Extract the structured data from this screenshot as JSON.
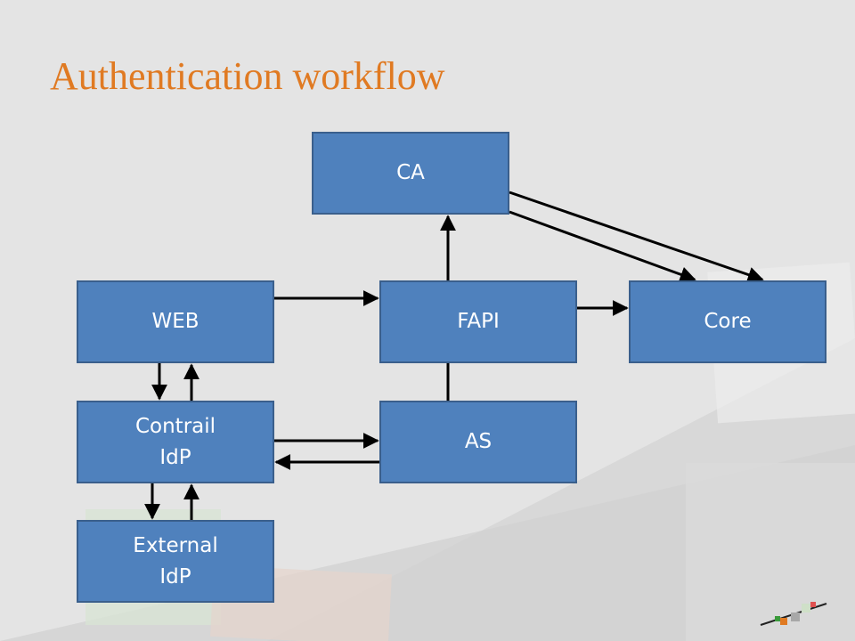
{
  "slide": {
    "title": "Authentication workflow"
  },
  "nodes": {
    "ca": {
      "lines": [
        "CA"
      ]
    },
    "web": {
      "lines": [
        "WEB"
      ]
    },
    "fapi": {
      "lines": [
        "FAPI"
      ]
    },
    "core": {
      "lines": [
        "Core"
      ]
    },
    "contrail_idp": {
      "lines": [
        "Contrail",
        "IdP"
      ]
    },
    "as": {
      "lines": [
        "AS"
      ]
    },
    "external_idp": {
      "lines": [
        "External",
        "IdP"
      ]
    }
  },
  "colors": {
    "title": "#e07a22",
    "node_fill": "#4f81bd",
    "node_border": "#3a5f8c",
    "node_text": "#ffffff",
    "arrow": "#000000",
    "background": "#e4e4e4"
  },
  "edges": [
    {
      "from": "web",
      "to": "fapi"
    },
    {
      "from": "fapi",
      "to": "core"
    },
    {
      "from": "fapi",
      "to": "ca"
    },
    {
      "from": "ca",
      "to": "core"
    },
    {
      "from": "ca",
      "to": "core"
    },
    {
      "from": "web",
      "to": "contrail_idp"
    },
    {
      "from": "contrail_idp",
      "to": "web"
    },
    {
      "from": "contrail_idp",
      "to": "as"
    },
    {
      "from": "as",
      "to": "contrail_idp"
    },
    {
      "from": "as",
      "to": "fapi"
    },
    {
      "from": "contrail_idp",
      "to": "external_idp"
    },
    {
      "from": "external_idp",
      "to": "contrail_idp"
    }
  ]
}
